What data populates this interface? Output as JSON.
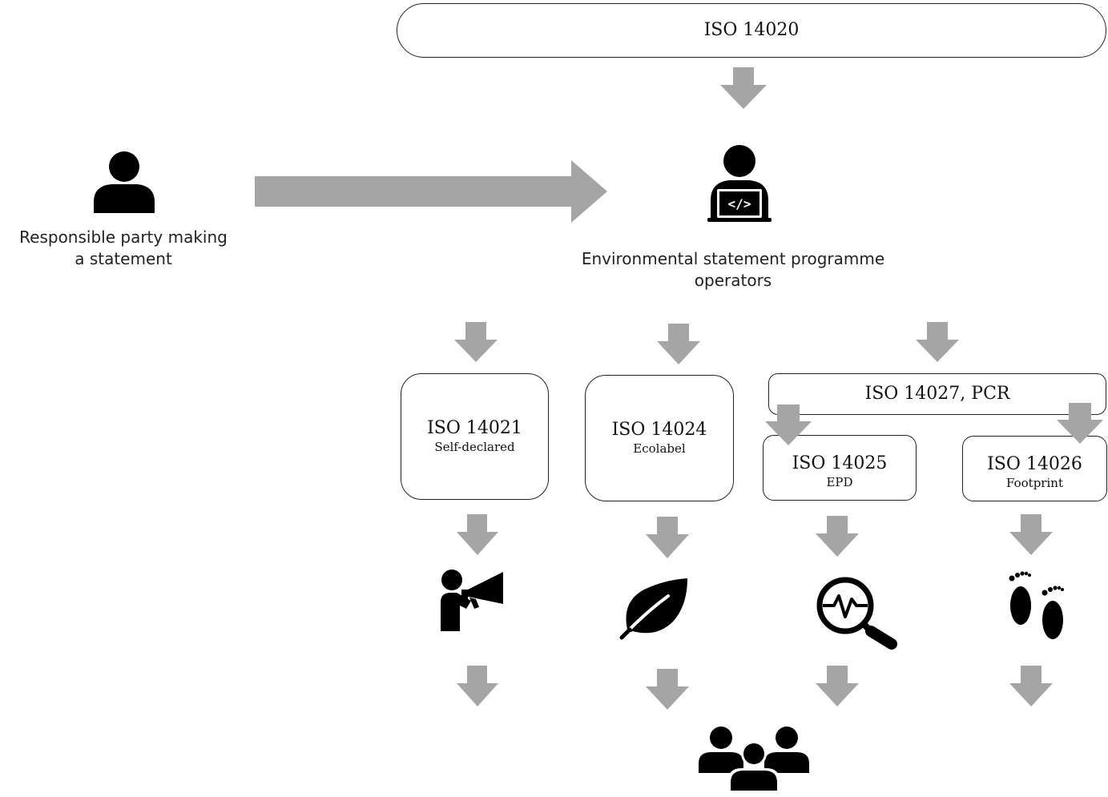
{
  "top": {
    "title": "ISO 14020"
  },
  "actors": {
    "responsible_party": {
      "label_line1": "Responsible party making",
      "label_line2": "a statement",
      "icon": "person-icon"
    },
    "programme_operators": {
      "label_line1": "Environmental statement programme",
      "label_line2": "operators",
      "icon": "programmer-laptop-icon",
      "laptop_code": "</>"
    }
  },
  "standards": {
    "iso14021": {
      "title": "ISO 14021",
      "subtitle": "Self-declared",
      "icon": "megaphone-person-icon"
    },
    "iso14024": {
      "title": "ISO 14024",
      "subtitle": "Ecolabel",
      "icon": "leaf-icon"
    },
    "iso14027": {
      "title": "ISO 14027, PCR"
    },
    "iso14025": {
      "title": "ISO 14025",
      "subtitle": "EPD",
      "icon": "magnifier-pulse-icon"
    },
    "iso14026": {
      "title": "ISO 14026",
      "subtitle": "Footprint",
      "icon": "footprints-icon"
    }
  },
  "audience": {
    "icon": "group-people-icon"
  },
  "colors": {
    "arrow": "#a5a5a5",
    "icon": "#000000",
    "border": "#222222"
  }
}
